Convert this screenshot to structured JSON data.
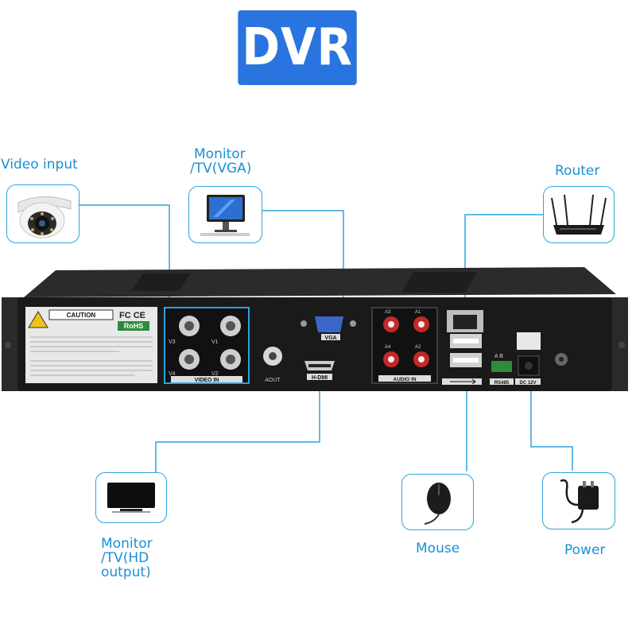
{
  "title": "DVR",
  "labels": {
    "video_input": "Video input",
    "monitor_vga": [
      "Monitor",
      "/TV(VGA)"
    ],
    "router": "Router",
    "monitor_hd": [
      "Monitor",
      "/TV(HD",
      "output)"
    ],
    "mouse": "Mouse",
    "power": "Power"
  },
  "panel": {
    "caution": "CAUTION",
    "fcc": "FC CE",
    "rohs": "RoHS",
    "video_in": "VIDEO IN",
    "v1": "V1",
    "v2": "V2",
    "v3": "V3",
    "v4": "V4",
    "aout": "AOUT",
    "vga": "VGA",
    "hdmi": "H-DMI",
    "audio_in": "AUDIO IN",
    "a1": "A1",
    "a2": "A2",
    "a3": "A3",
    "a4": "A4",
    "rs485": "RS485",
    "dc12v": "DC 12V",
    "ab": "A  B"
  },
  "colors": {
    "accent": "#2a74e0",
    "line": "#2da3e0",
    "label": "#1b8fd6",
    "chassis": "#1a1a1a"
  }
}
